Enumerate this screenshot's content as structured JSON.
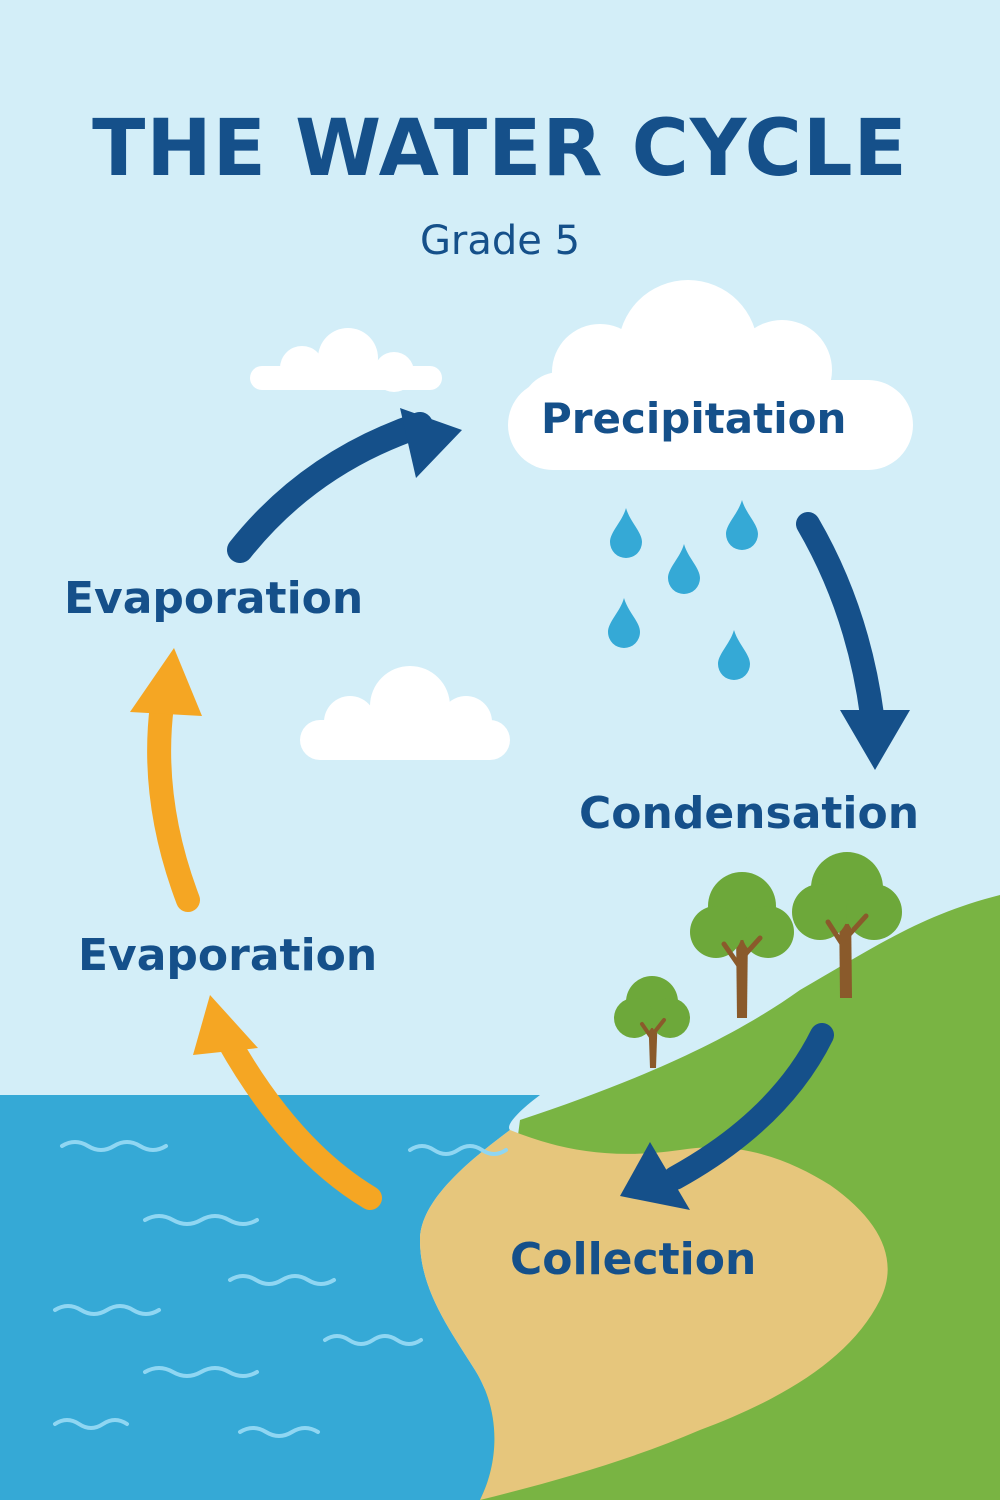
{
  "title": "THE WATER CYCLE",
  "subtitle": "Grade 5",
  "labels": {
    "precipitation": "Precipitation",
    "evaporation_upper": "Evaporation",
    "condensation": "Condensation",
    "evaporation_lower": "Evaporation",
    "collection": "Collection"
  },
  "colors": {
    "sky": "#d3eef8",
    "text": "#15508a",
    "arrow_dark": "#15508a",
    "arrow_orange": "#f5a623",
    "cloud": "#ffffff",
    "water": "#35a9d6",
    "wave": "#8fd6f2",
    "rain": "#35a9d6",
    "sand": "#e6c67c",
    "grass": "#79b443",
    "tree_leaf": "#6da83a",
    "tree_trunk": "#8a5a2b"
  }
}
